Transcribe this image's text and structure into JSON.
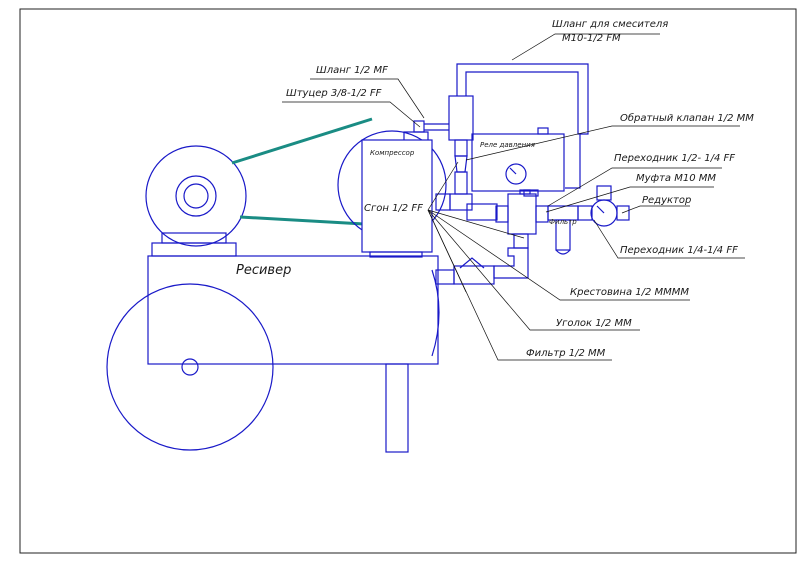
{
  "labels": {
    "hose_mixer_line1": "Шланг для смесителя",
    "hose_mixer_line2": "М10-1/2 FM",
    "hose_mf": "Шланг 1/2 MF",
    "fitting": "Штуцер 3/8-1/2 FF",
    "check_valve": "Обратный клапан 1/2 ММ",
    "adapter_1": "Переходник 1/2- 1/4 FF",
    "coupling": "Муфта М10 ММ",
    "reducer": "Редуктор",
    "adapter_2": "Переходник 1/4-1/4 FF",
    "cross": "Крестовина 1/2 ММММ",
    "elbow_mm": "Уголок 1/2 ММ",
    "filter_mm": "Фильтр 1/2 ММ",
    "receiver": "Ресивер",
    "compressor": "Компрессор",
    "elbow_ff": "Сгон 1/2 FF",
    "pressure_relay": "Реле давления",
    "filter_small": "Фильтр"
  },
  "colors": {
    "machine": "#1919c8",
    "belt": "#1a8c84",
    "leader": "#111111"
  }
}
